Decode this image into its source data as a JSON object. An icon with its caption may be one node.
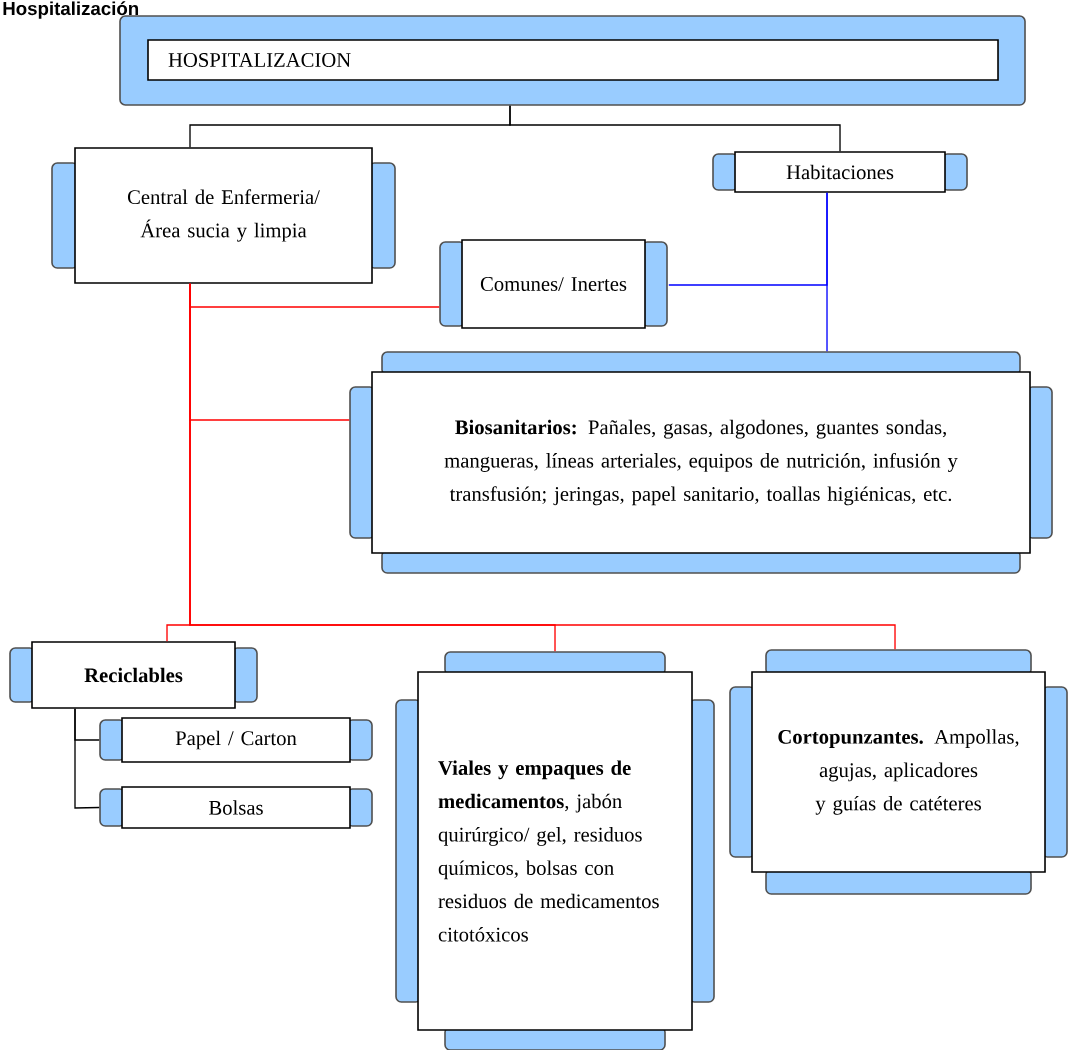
{
  "diagram": {
    "title": "Hospitalización",
    "nodes": [
      {
        "text": [
          "HOSPITALIZACION"
        ]
      },
      {
        "text": [
          "Central de Enfermeria/ Área sucia y limpia"
        ]
      },
      {
        "text": [
          "Habitaciones"
        ]
      },
      {
        "text": [
          "Comunes/ Inertes"
        ]
      },
      {
        "text": [
          "**Biosanitarios:** Pañales, gasas, algodones, guantes sondas, mangueras, líneas arteriales, equipos de nutrición, infusión y transfusión; jeringas, papel sanitario, toallas higiénicas, etc."
        ]
      },
      {
        "text": [
          "Reciclables"
        ]
      },
      {
        "text": [
          "Papel / Carton"
        ]
      },
      {
        "text": [
          "Bolsas"
        ]
      },
      {
        "text": [
          "**Viales y empaques de medicamentos**, jabón quirúrgico/ gel, residuos químicos, bolsas con residuos de medicamentos citotóxicos"
        ]
      },
      {
        "text": [
          "**Cortopunzantes.** Ampollas, agujas, aplicadores y guías de catéteres"
        ]
      }
    ],
    "edges": [
      {
        "from": 0,
        "to": 1,
        "arrow": "none",
        "color": "#000000"
      },
      {
        "from": 0,
        "to": 2,
        "arrow": "none",
        "color": "#000000"
      },
      {
        "from": 1,
        "to": 3,
        "arrow": "none"
      },
      {
        "from": 1,
        "to": 4,
        "arrow": "none"
      },
      {
        "from": 1,
        "to": 5,
        "arrow": "none"
      },
      {
        "from": 1,
        "to": 8,
        "arrow": "none"
      },
      {
        "from": 1,
        "to": 9,
        "arrow": "none"
      },
      {
        "from": 2,
        "to": 3,
        "arrow": "none",
        "color": "#0000ff"
      },
      {
        "from": 2,
        "to": 4,
        "arrow": "none",
        "color": "#0000ff"
      },
      {
        "from": 5,
        "to": 6,
        "arrow": "none",
        "color": "#000000"
      },
      {
        "from": 5,
        "to": 7,
        "arrow": "none",
        "color": "#000000"
      }
    ]
  }
}
